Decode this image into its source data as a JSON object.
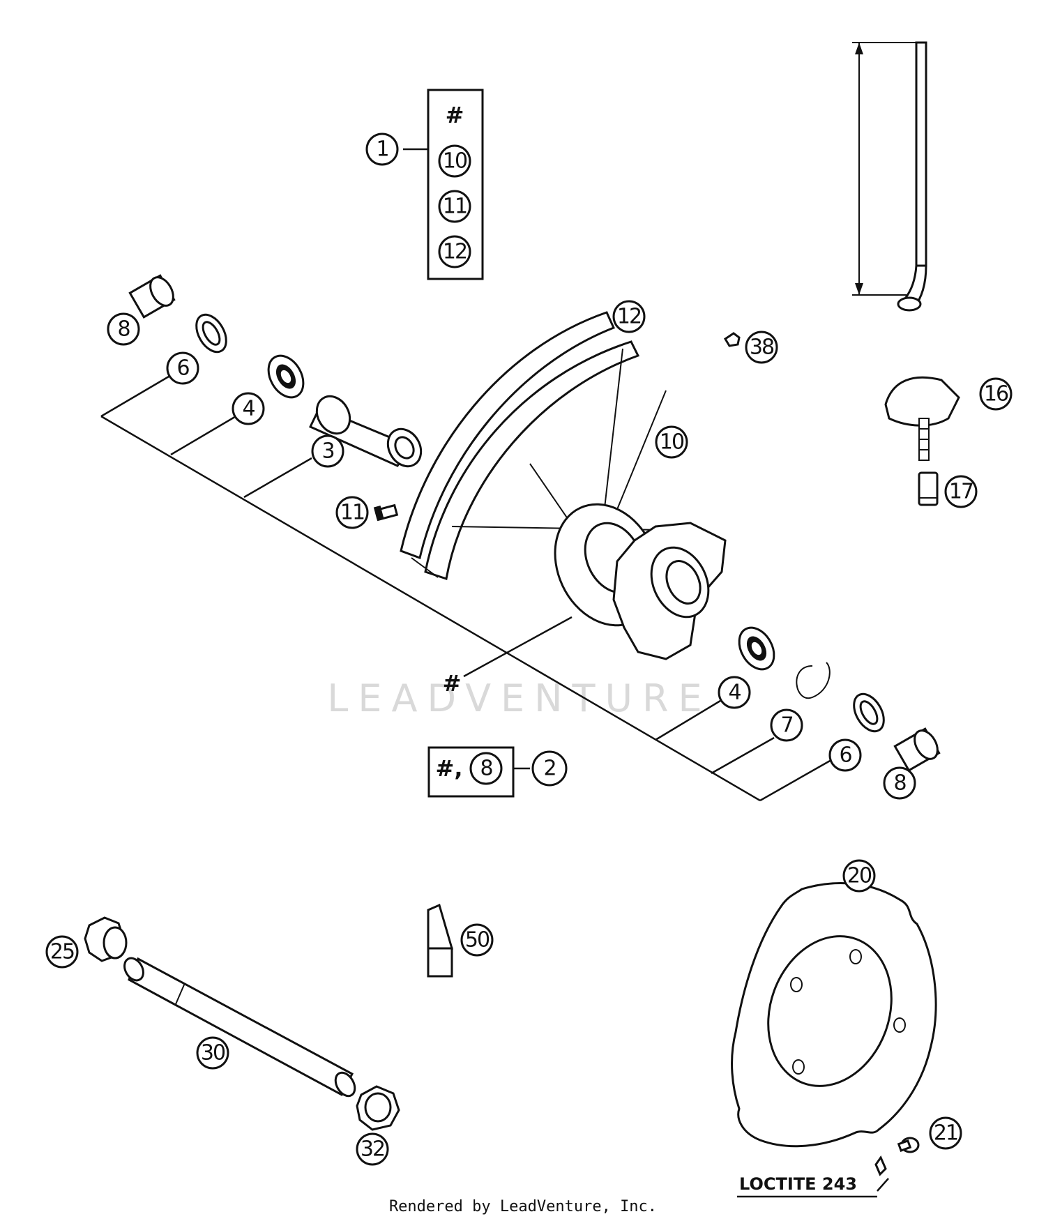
{
  "callouts": [
    "1",
    "10",
    "11",
    "12",
    "8",
    "6",
    "4",
    "3",
    "12",
    "38",
    "16",
    "10",
    "17",
    "11",
    "4",
    "7",
    "6",
    "8",
    "2",
    "20",
    "25",
    "50",
    "30",
    "32",
    "21"
  ],
  "symbols": {
    "hash": "#",
    "group_box_label": "#,",
    "group_box_ref": "8"
  },
  "note": "LOCTITE 243",
  "watermark": "LEADVENTURE",
  "footer": "Rendered by LeadVenture, Inc."
}
